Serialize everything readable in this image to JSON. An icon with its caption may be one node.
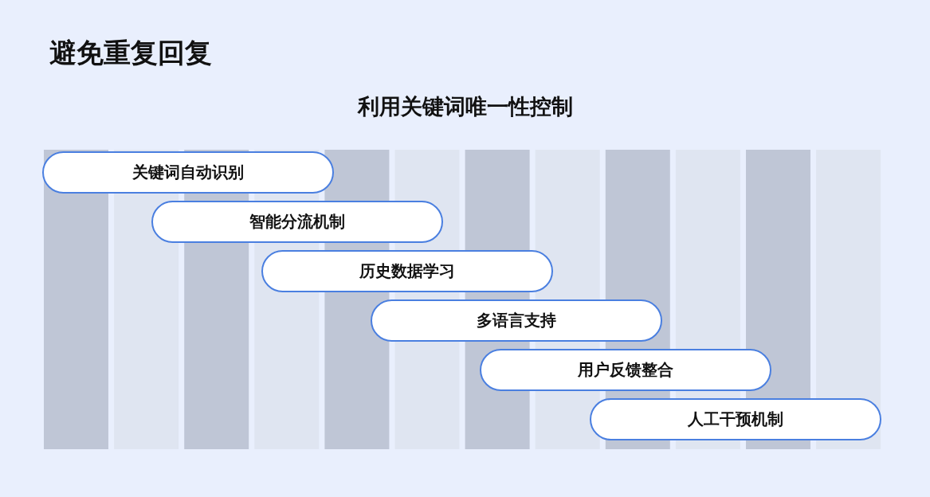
{
  "diagram": {
    "title": "避免重复回复",
    "nodes": [
      {
        "text": [
          "关键词自动识别"
        ]
      },
      {
        "text": [
          "智能分流机制"
        ]
      },
      {
        "text": [
          "历史数据学习"
        ]
      },
      {
        "text": [
          "多语言支持"
        ]
      },
      {
        "text": [
          "用户反馈整合"
        ]
      },
      {
        "text": [
          "人工干预机制"
        ]
      }
    ],
    "labels": [
      "利用关键词唯一性控制"
    ]
  }
}
